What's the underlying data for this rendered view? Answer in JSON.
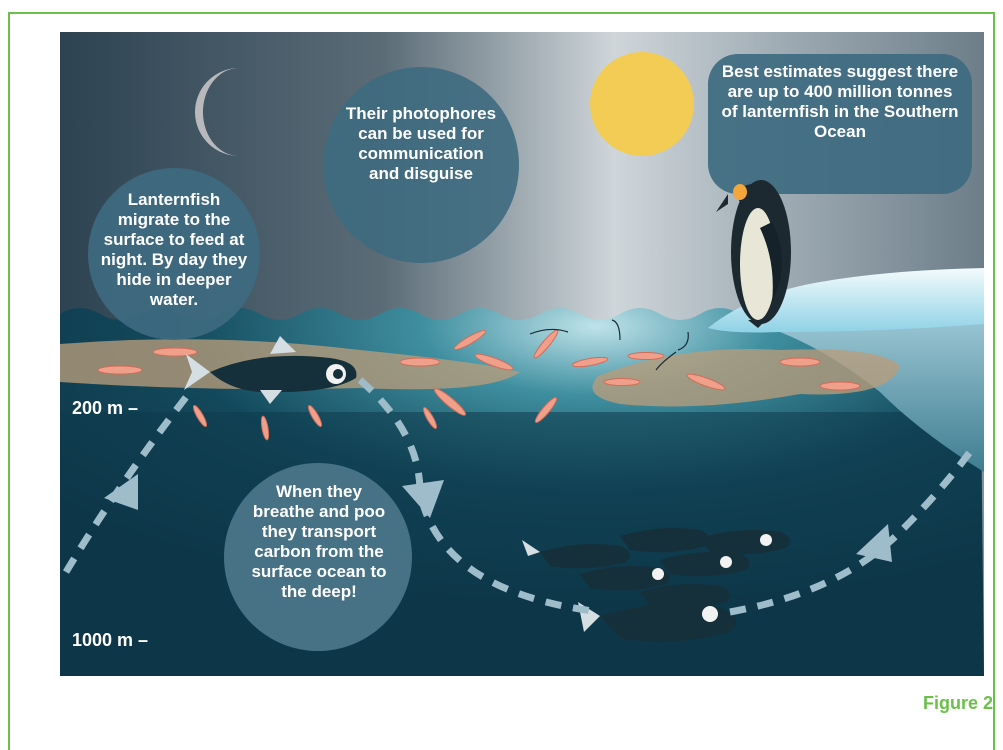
{
  "figure": {
    "callouts": {
      "migration": "Lanternfish migrate to the surface to feed at night. By day they hide in deeper water.",
      "photophores": "Their photophores can be used for communication and disguise",
      "estimate_prefix": "Best estimates suggest there are up to",
      "estimate_bold": "400 million tonnes",
      "estimate_suffix": "of lanternfish in the Southern Ocean",
      "carbon": "When they breathe and poo they transport carbon from the surface ocean to the deep!"
    },
    "depth_labels": {
      "shallow": "200 m  –",
      "deep": "1000 m –"
    },
    "caption": "Figure 2"
  }
}
